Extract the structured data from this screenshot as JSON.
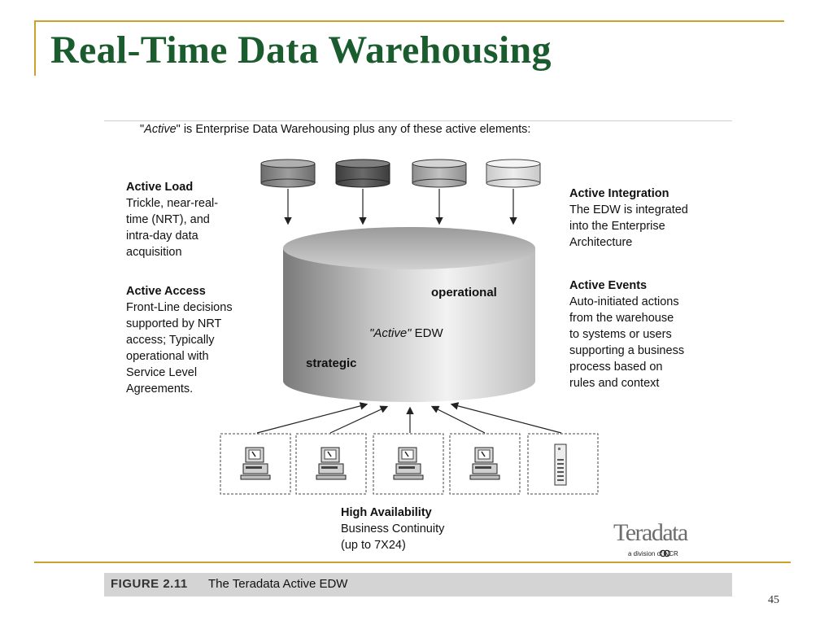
{
  "slide": {
    "title": "Real-Time Data Warehousing",
    "page_number": "45"
  },
  "figure": {
    "intro_prefix": "\"",
    "intro_italic": "Active",
    "intro_suffix": "\" is Enterprise Data Warehousing plus any of these active elements:",
    "active_load": {
      "heading": "Active Load",
      "lines": [
        "Trickle, near-real-",
        "time (NRT), and",
        "intra-day data",
        "acquisition"
      ]
    },
    "active_access": {
      "heading": "Active Access",
      "lines": [
        "Front-Line decisions",
        "supported by NRT",
        "access; Typically",
        "operational with",
        "Service Level",
        "Agreements."
      ]
    },
    "active_integration": {
      "heading": "Active Integration",
      "lines": [
        "The EDW is integrated",
        "into the Enterprise",
        "Architecture"
      ]
    },
    "active_events": {
      "heading": "Active Events",
      "lines": [
        "Auto-initiated actions",
        "from the warehouse",
        "to systems or users",
        "supporting a business",
        "process based on",
        "rules and context"
      ]
    },
    "edw": {
      "operational": "operational",
      "active_italic": "\"Active\"",
      "edw_text": " EDW",
      "strategic": "strategic"
    },
    "high_availability": {
      "heading": "High Availability",
      "lines": [
        "Business Continuity",
        "(up to 7X24)"
      ]
    },
    "caption": {
      "number": "FIGURE 2.11",
      "text": "The Teradata Active EDW"
    },
    "logo": {
      "word": "Teradata",
      "sub": "a division of NCR"
    },
    "colors": {
      "title_green": "#1a5c2e",
      "accent_gold": "#c9a227"
    }
  }
}
